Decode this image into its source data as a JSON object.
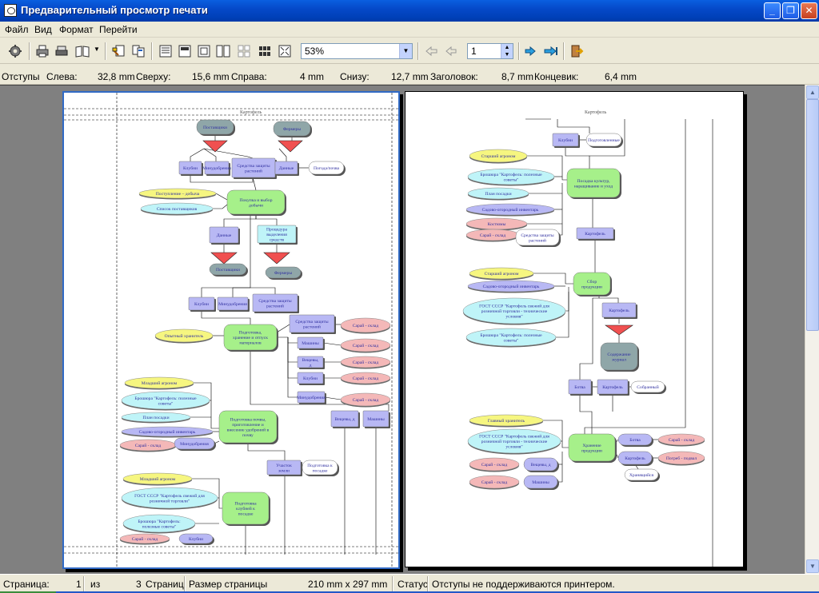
{
  "window": {
    "title": "Предварительный просмотр печати"
  },
  "menu": [
    "Файл",
    "Вид",
    "Формат",
    "Перейти"
  ],
  "toolbar": {
    "zoom": "53%",
    "page": "1"
  },
  "margins": {
    "label": "Отступы",
    "left_label": "Слева:",
    "left_value": "32,8 mm",
    "top_label": "Сверху:",
    "top_value": "15,6 mm",
    "right_label": "Справа:",
    "right_value": "4 mm",
    "bottom_label": "Снизу:",
    "bottom_value": "12,7 mm",
    "header_label": "Заголовок:",
    "header_value": "8,7 mm",
    "footer_label": "Концевик:",
    "footer_value": "6,4 mm"
  },
  "status": {
    "page_label": "Страница:",
    "page_value": "1",
    "of_label": "из",
    "of_value": "3",
    "pages_label": "Страниц",
    "size_label": "Размер страницы",
    "size_value": "210 mm x 297 mm",
    "status_label": "Статус",
    "status_value": "Отступы не поддерживаются принтером."
  },
  "colors": {
    "title_bar": "#0549c9",
    "node_gray": "#8fa6a8",
    "node_green": "#a6f08a",
    "node_blue": "#b8b8f4",
    "node_cyan": "#bff4f8",
    "node_yellow": "#f6f680",
    "node_pink": "#f4b8b8",
    "merge_red": "#f05050"
  },
  "page1": {
    "heading": "Картофель",
    "nodes": [
      {
        "t": "Поставщики"
      },
      {
        "t": "Фермеры"
      },
      {
        "t": "Клубни"
      },
      {
        "t": "Минудобрения"
      },
      {
        "t": "Средства защиты растений"
      },
      {
        "t": "Данные"
      },
      {
        "t": "Погода/почва"
      },
      {
        "t": "Поступление – добыча"
      },
      {
        "t": "Список поставщиков"
      },
      {
        "t": "Покупка и выбор добычи"
      },
      {
        "t": "Данные"
      },
      {
        "t": "Процедура выделения средств"
      },
      {
        "t": "Поставщики"
      },
      {
        "t": "Фермеры"
      },
      {
        "t": "Клубни"
      },
      {
        "t": "Минудобрения"
      },
      {
        "t": "Средства защиты растений"
      },
      {
        "t": "Опытный хранитель"
      },
      {
        "t": "Подготовка, хранение и отпуск материалов"
      },
      {
        "t": "Средства защиты растений"
      },
      {
        "t": "Машины"
      },
      {
        "t": "Вещевы, д"
      },
      {
        "t": "Клубни"
      },
      {
        "t": "Минудобрения"
      },
      {
        "t": "Сарай - склад"
      },
      {
        "t": "Сарай - склад"
      },
      {
        "t": "Сарай - склад"
      },
      {
        "t": "Сарай - склад"
      },
      {
        "t": "Сарай - склад"
      },
      {
        "t": "Младший агроном"
      },
      {
        "t": "Брошюра \"Картофель: полезные советы\""
      },
      {
        "t": "План посадки"
      },
      {
        "t": "Садово-огородный инвентарь"
      },
      {
        "t": "Сарай - склад"
      },
      {
        "t": "Минудобрения"
      },
      {
        "t": "Подготовка почвы, приготовление и внесение удобрений в почву"
      },
      {
        "t": "Вещевы, д"
      },
      {
        "t": "Машины"
      },
      {
        "t": "Участок земли"
      },
      {
        "t": "Подготовка к посадке"
      },
      {
        "t": "Младший агроном"
      },
      {
        "t": "ГОСТ СССР \"Картофель свежий для розничной торговли\""
      },
      {
        "t": "Брошюра \"Картофель: полезные советы\""
      },
      {
        "t": "Подготовка клубней к посадке"
      },
      {
        "t": "Сарай - склад"
      },
      {
        "t": "Клубни"
      }
    ]
  },
  "page2": {
    "heading": "Картофель",
    "nodes": [
      {
        "t": "Клубни"
      },
      {
        "t": "Подготовленные"
      },
      {
        "t": "Старший агроном"
      },
      {
        "t": "Брошюра \"Картофель: полезные советы\""
      },
      {
        "t": "План посадки"
      },
      {
        "t": "Садово-огородный инвентарь"
      },
      {
        "t": "Костюмы"
      },
      {
        "t": "Сарай - склад"
      },
      {
        "t": "Средства защиты растений"
      },
      {
        "t": "Посадка культур, наращивание и уход"
      },
      {
        "t": "Картофель"
      },
      {
        "t": "Старший агроном"
      },
      {
        "t": "Садово-огородный инвентарь"
      },
      {
        "t": "ГОСТ СССР \"Картофель свежий для розничной торговли - технические условия\""
      },
      {
        "t": "Брошюра \"Картофель: полезные советы\""
      },
      {
        "t": "Сбор продукции"
      },
      {
        "t": "Картофель"
      },
      {
        "t": "Содержание журнал"
      },
      {
        "t": "Ботва"
      },
      {
        "t": "Картофель"
      },
      {
        "t": "Собранный"
      },
      {
        "t": "Главный хранитель"
      },
      {
        "t": "ГОСТ СССР \"Картофель свежий для розничной торговли - технические условия\""
      },
      {
        "t": "Сарай - склад"
      },
      {
        "t": "Вещевы, д"
      },
      {
        "t": "Сарай - склад"
      },
      {
        "t": "Машины"
      },
      {
        "t": "Хранение продукции"
      },
      {
        "t": "Ботва"
      },
      {
        "t": "Картофель"
      },
      {
        "t": "Сарай - склад"
      },
      {
        "t": "Погреб - подвал"
      },
      {
        "t": "Хранящийся"
      }
    ]
  }
}
